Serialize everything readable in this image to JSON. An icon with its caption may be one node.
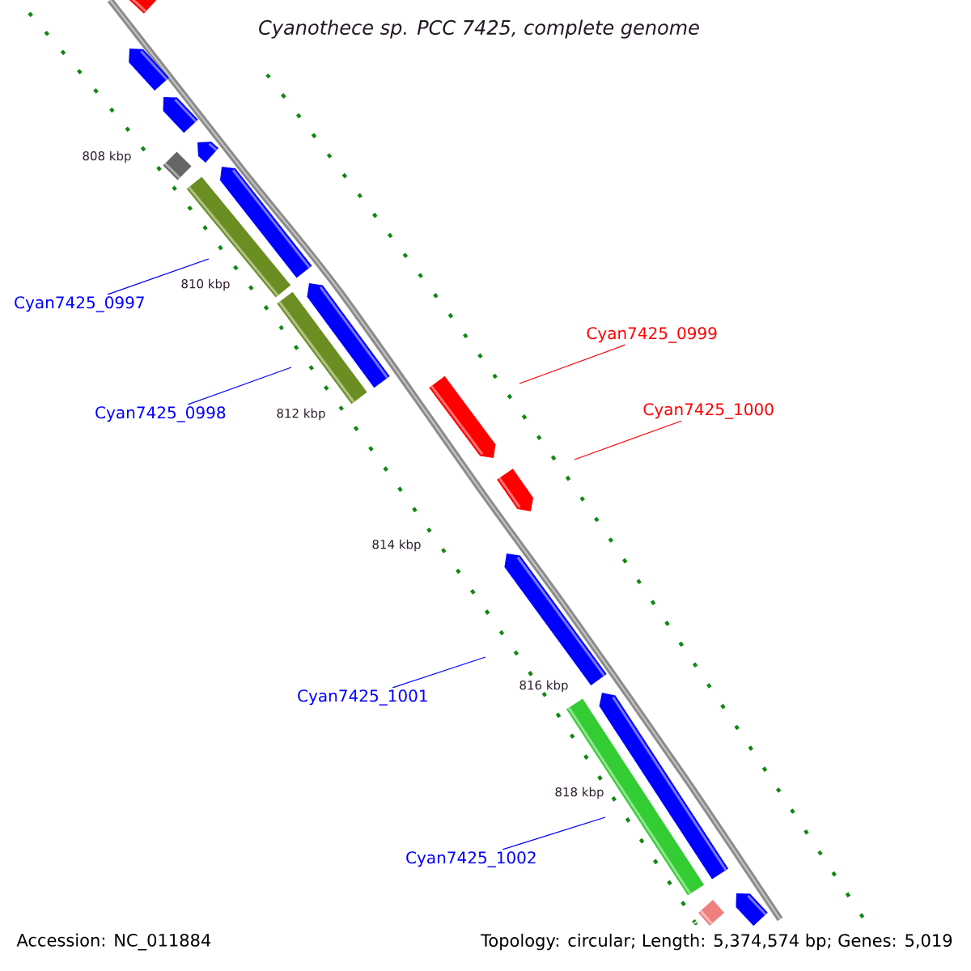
{
  "diagram": {
    "title": "Cyanothece sp. PCC 7425, complete genome",
    "nodes": [
      {
        "text": [
          "Cyan7425_0997"
        ]
      },
      {
        "text": [
          "Cyan7425_0998"
        ]
      },
      {
        "text": [
          "Cyan7425_0999"
        ]
      },
      {
        "text": [
          "Cyan7425_1000"
        ]
      },
      {
        "text": [
          "Cyan7425_1001"
        ]
      },
      {
        "text": [
          "Cyan7425_1002"
        ]
      }
    ],
    "edges": [
      {
        "from": 0,
        "to": null,
        "arrow": "none"
      },
      {
        "from": 1,
        "to": null,
        "arrow": "none"
      },
      {
        "from": 2,
        "to": null,
        "arrow": "none",
        "color": "#ff0000"
      },
      {
        "from": 3,
        "to": null,
        "arrow": "none",
        "color": "#ff0000"
      },
      {
        "from": 4,
        "to": null,
        "arrow": "none"
      },
      {
        "from": 5,
        "to": null,
        "arrow": "none"
      }
    ],
    "labels": [
      "808 kbp",
      "810 kbp",
      "812 kbp",
      "814 kbp",
      "816 kbp",
      "818 kbp",
      "Accession: NC_011884",
      "Topology: circular; Length: 5,374,574 bp; Genes: 5,019"
    ]
  }
}
